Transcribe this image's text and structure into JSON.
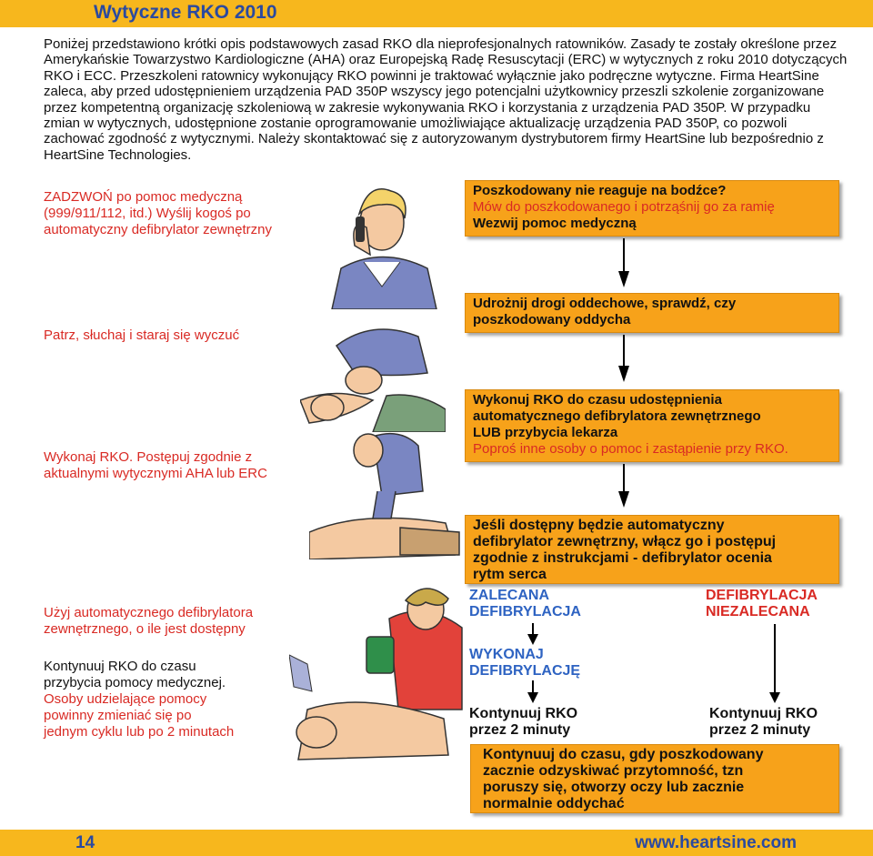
{
  "header": {
    "title": "Wytyczne RKO 2010"
  },
  "intro": {
    "text": "Poniżej przedstawiono krótki opis podstawowych zasad RKO dla nieprofesjonalnych ratowników. Zasady te zostały określone przez Amerykańskie Towarzystwo Kardiologiczne (AHA) oraz Europejską Radę Resuscytacji (ERC) w wytycznych z roku 2010 dotyczących RKO i ECC. Przeszkoleni ratownicy wykonujący RKO powinni je traktować wyłącznie jako podręczne wytyczne. Firma HeartSine zaleca, aby przed udostępnieniem urządzenia PAD 350P wszyscy jego potencjalni użytkownicy przeszli szkolenie zorganizowane przez kompetentną organizację szkoleniową w zakresie wykonywania RKO i korzystania z urządzenia PAD 350P. W przypadku zmian w wytycznych, udostępnione zostanie oprogramowanie umożliwiające aktualizację urządzenia PAD 350P, co pozwoli zachować zgodność z wytycznymi. Należy skontaktować się z autoryzowanym dystrybutorem firmy HeartSine lub bezpośrednio z HeartSine Technologies."
  },
  "left": {
    "call_lines": [
      "ZADZWOŃ po pomoc medyczną",
      "(999/911/112, itd.) Wyślij kogoś po",
      "automatyczny defibrylator zewnętrzny"
    ],
    "look": "Patrz, słuchaj i staraj się wyczuć",
    "cpr_lines": [
      "Wykonaj RKO. Postępuj zgodnie z",
      "aktualnymi wytycznymi AHA lub ERC"
    ],
    "aed_lines": [
      "Użyj automatycznego defibrylatora",
      "zewnętrznego, o ile jest dostępny"
    ],
    "continue_black": [
      "Kontynuuj RKO do czasu",
      "przybycia pomocy medycznej."
    ],
    "continue_red": [
      "Osoby udzielające pomocy",
      "powinny zmieniać się po",
      "jednym cyklu lub po 2 minutach"
    ]
  },
  "boxes": {
    "b1": {
      "bold": "Poszkodowany nie reaguje na bodźce?",
      "red": "Mów do poszkodowanego i potrząśnij go za ramię",
      "bold2": "Wezwij pomoc medyczną"
    },
    "b2": [
      "Udrożnij drogi oddechowe, sprawdź, czy",
      "poszkodowany oddycha"
    ],
    "b3": {
      "bold": [
        "Wykonuj RKO do czasu udostępnienia",
        "automatycznego defibrylatora zewnętrznego",
        "LUB przybycia lekarza"
      ],
      "red": "Poproś inne osoby o pomoc i zastąpienie przy RKO."
    },
    "b4": [
      "Jeśli dostępny będzie automatyczny",
      "defibrylator zewnętrzny, włącz go i postępuj",
      "zgodnie z instrukcjami - defibrylator ocenia",
      "rytm serca"
    ],
    "b5": [
      "Kontynuuj do czasu, gdy poszkodowany",
      "zacznie odzyskiwać przytomność, tzn",
      "poruszy się, otworzy oczy lub zacznie",
      "normalnie oddychać"
    ]
  },
  "branches": {
    "zalecana": [
      "ZALECANA",
      "DEFIBRYLACJA"
    ],
    "niezalecana": [
      "DEFIBRYLACJA",
      "NIEZALECANA"
    ],
    "wykonaj": [
      "WYKONAJ",
      "DEFIBRYLACJĘ"
    ],
    "kontynuuj_left": [
      "Kontynuuj RKO",
      "przez 2 minuty"
    ],
    "kontynuuj_right": [
      "Kontynuuj RKO",
      "przez 2 minuty"
    ]
  },
  "footer": {
    "page": "14",
    "url": "www.heartsine.com"
  },
  "colors": {
    "accent": "#f7b71d",
    "box": "#f7a21a",
    "title_blue": "#2b4aa0",
    "red": "#d92a24",
    "blue": "#2e63c2"
  }
}
